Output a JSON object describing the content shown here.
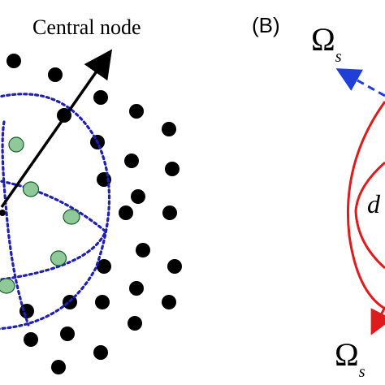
{
  "labels": {
    "central_node": "Central node",
    "panel_b": "(B)",
    "omega_top": "Ω",
    "omega_top_sub": "s",
    "omega_bottom": "Ω",
    "omega_bottom_sub": "s",
    "partial_d": "d"
  },
  "colors": {
    "node_black": "#000000",
    "node_green": "#8fc99a",
    "dotted_blue": "#1f1fb4",
    "dashed_blue": "#1f3fd8",
    "red": "#e01b1b"
  }
}
